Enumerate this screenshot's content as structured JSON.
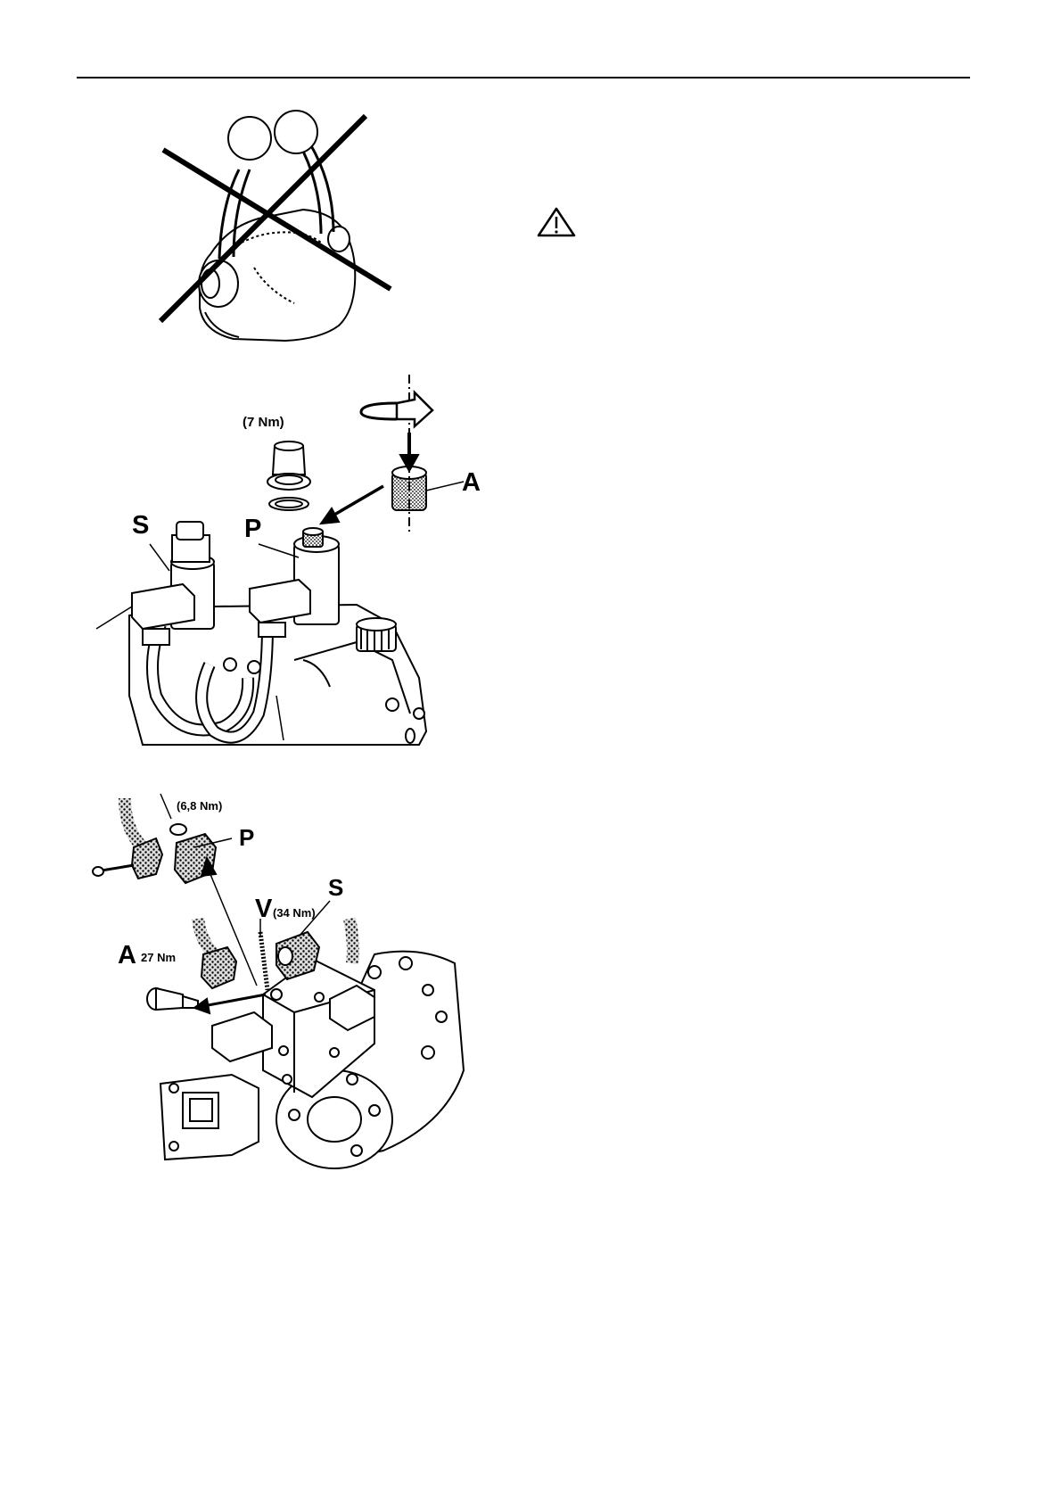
{
  "figure1": {},
  "figure2": {
    "torque_cap": "(7 Nm)",
    "label_A": "A",
    "label_S": "S",
    "label_P": "P"
  },
  "figure3": {
    "torque_connector": "(6,8 Nm)",
    "label_P": "P",
    "label_V": "V",
    "torque_V": "(34 Nm)",
    "label_S": "S",
    "label_A": "A",
    "torque_A": "27 Nm"
  },
  "warning_icon": "warning-triangle-icon"
}
